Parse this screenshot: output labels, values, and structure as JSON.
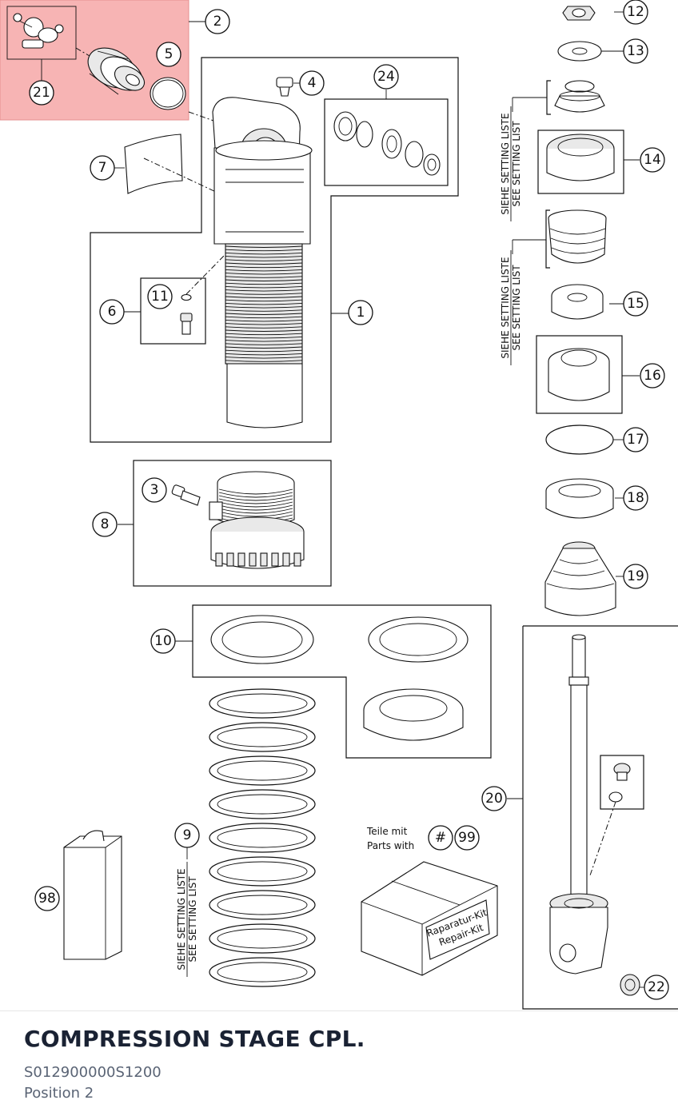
{
  "title": "COMPRESSION STAGE CPL.",
  "part_number": "S012900000S1200",
  "position": "Position 2",
  "highlight_color": "#f7b4b4",
  "callouts": {
    "c1": "1",
    "c2": "2",
    "c3": "3",
    "c4": "4",
    "c5": "5",
    "c6": "6",
    "c7": "7",
    "c8": "8",
    "c9": "9",
    "c10": "10",
    "c11": "11",
    "c12": "12",
    "c13": "13",
    "c14": "14",
    "c15": "15",
    "c16": "16",
    "c17": "17",
    "c18": "18",
    "c19": "19",
    "c20": "20",
    "c21": "21",
    "c22": "22",
    "c24": "24",
    "c98": "98",
    "c99": "99"
  },
  "hash": "#",
  "setting_list_de": "SIEHE SETTING LISTE",
  "setting_list_en": "SEE SETTING LIST",
  "parts_with_de": "Teile mit",
  "parts_with_en": "Parts with",
  "kit_de": "Raparatur-Kit",
  "kit_en": "Repair-Kit"
}
